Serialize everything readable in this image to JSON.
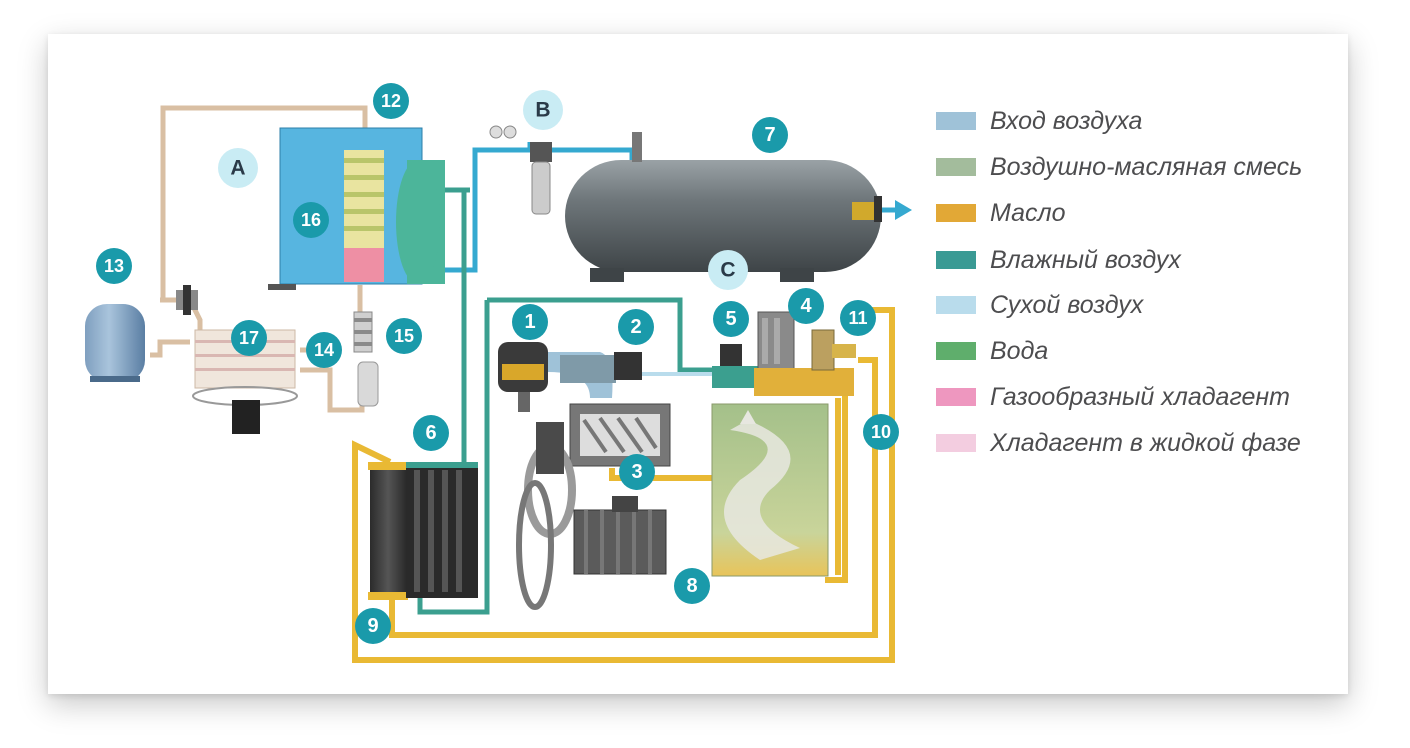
{
  "diagram": {
    "numbered_markers": [
      "1",
      "2",
      "3",
      "4",
      "5",
      "6",
      "7",
      "8",
      "9",
      "10",
      "11",
      "12",
      "13",
      "14",
      "15",
      "16",
      "17"
    ],
    "letter_markers": [
      "A",
      "B",
      "C"
    ],
    "colors": {
      "marker": "#1a9aaa",
      "letter_marker": "#c9ecf4",
      "oil_pipe": "#e9b934",
      "wet_air_pipe": "#3b9f8f",
      "air_pipe": "#35a9d0",
      "refrigerant_pipe": "#d9bfa3"
    }
  },
  "legend": [
    {
      "label": "Вход воздуха",
      "color": "#9fc2d8"
    },
    {
      "label": "Воздушно-масляная смесь",
      "color": "#a3bc9c"
    },
    {
      "label": "Масло",
      "color": "#e2a836"
    },
    {
      "label": "Влажный воздух",
      "color": "#3a9a94"
    },
    {
      "label": "Сухой воздух",
      "color": "#b9dcec"
    },
    {
      "label": "Вода",
      "color": "#5fae6c"
    },
    {
      "label": "Газообразный хладагент",
      "color": "#ee97bf"
    },
    {
      "label": "Хладагент в жидкой фазе",
      "color": "#f3cde0"
    }
  ]
}
